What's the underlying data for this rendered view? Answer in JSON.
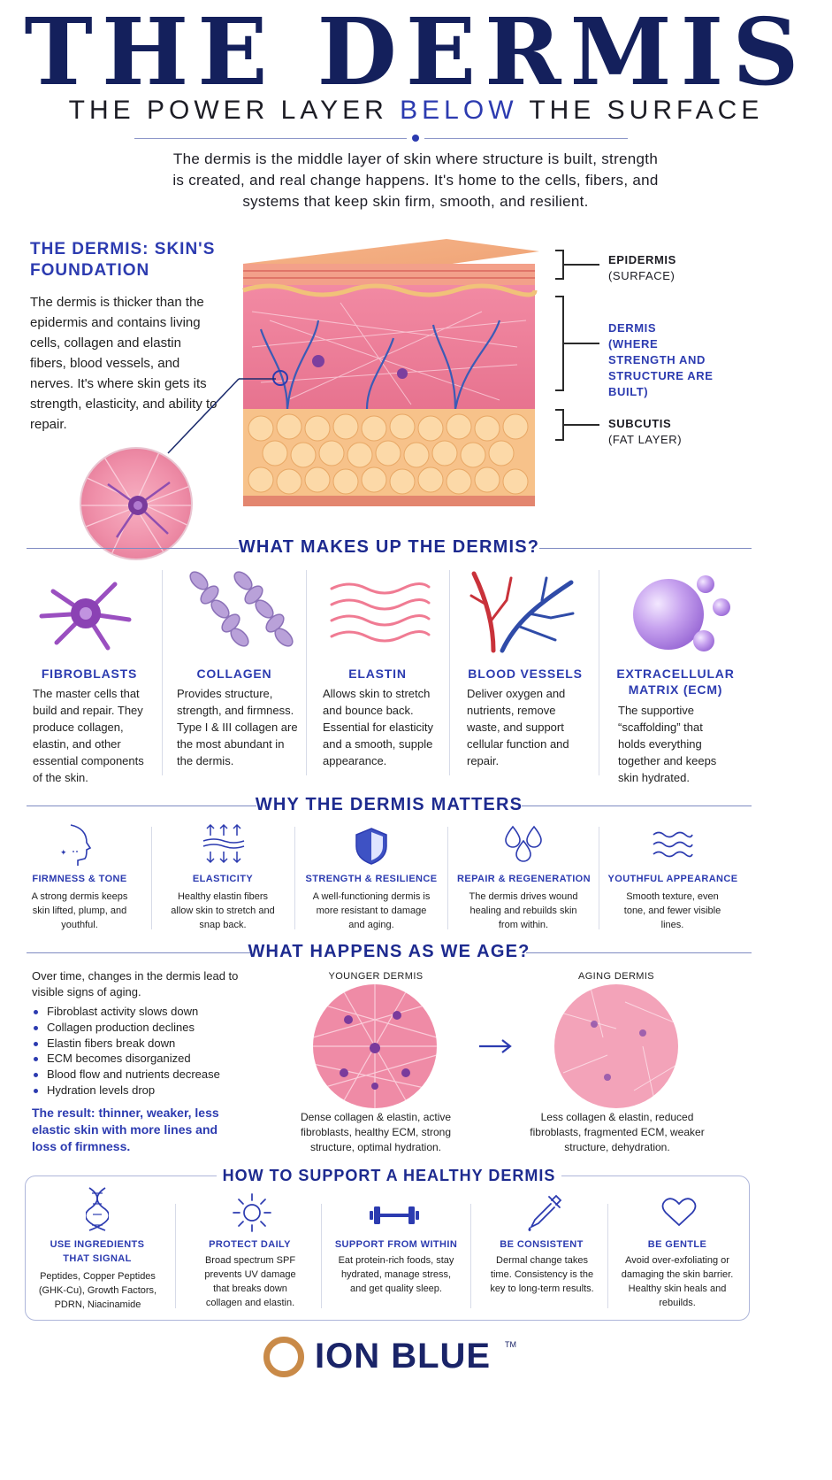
{
  "header": {
    "title": "THE DERMIS",
    "subtitle_pre": "THE POWER LAYER",
    "subtitle_highlight": "BELOW",
    "subtitle_post": "THE SURFACE",
    "intro": "The dermis is the middle layer of skin where structure is built, strength is created, and real change happens. It's home to the cells, fibers, and systems that keep skin firm, smooth, and resilient."
  },
  "foundation": {
    "title": "THE DERMIS: SKIN'S FOUNDATION",
    "text": "The dermis is thicker than the epidermis and contains living cells, collagen and elastin fibers, blood vessels, and nerves. It's where skin gets its strength, elasticity, and ability to repair."
  },
  "layers": [
    {
      "name": "EPIDERMIS",
      "sub": "(SURFACE)"
    },
    {
      "name": "DERMIS",
      "sub": "(WHERE STRENGTH AND STRUCTURE ARE BUILT)"
    },
    {
      "name": "SUBCUTIS",
      "sub": "(FAT LAYER)"
    }
  ],
  "components": {
    "heading": "WHAT MAKES UP THE DERMIS?",
    "items": [
      {
        "name": "FIBROBLASTS",
        "icon": "fibroblast-icon",
        "text": "The master cells that build and repair. They produce collagen, elastin, and other essential components of the skin."
      },
      {
        "name": "COLLAGEN",
        "icon": "collagen-icon",
        "text": "Provides structure, strength, and firmness. Type I & III collagen are the most abundant in the dermis."
      },
      {
        "name": "ELASTIN",
        "icon": "elastin-icon",
        "text": "Allows skin to stretch and bounce back. Essential for elasticity and a smooth, supple appearance."
      },
      {
        "name": "BLOOD VESSELS",
        "icon": "blood-vessels-icon",
        "text": "Deliver oxygen and nutrients, remove waste, and support cellular function and repair."
      },
      {
        "name": "EXTRACELLULAR MATRIX (ECM)",
        "icon": "ecm-bubble-icon",
        "text": "The supportive “scaffolding” that holds everything together and keeps skin hydrated."
      }
    ]
  },
  "matters": {
    "heading": "WHY THE DERMIS MATTERS",
    "items": [
      {
        "title": "FIRMNESS & TONE",
        "icon": "face-profile-icon",
        "text": "A strong dermis keeps skin lifted, plump, and youthful."
      },
      {
        "title": "ELASTICITY",
        "icon": "stretch-arrows-icon",
        "text": "Healthy elastin fibers allow skin to stretch and snap back."
      },
      {
        "title": "STRENGTH & RESILIENCE",
        "icon": "shield-icon",
        "text": "A well-functioning dermis is more resistant to damage and aging."
      },
      {
        "title": "REPAIR & REGENERATION",
        "icon": "droplets-icon",
        "text": "The dermis drives wound healing and rebuilds skin from within."
      },
      {
        "title": "YOUTHFUL APPEARANCE",
        "icon": "waves-icon",
        "text": "Smooth texture, even tone, and fewer visible lines."
      }
    ]
  },
  "aging": {
    "heading": "WHAT HAPPENS AS WE AGE?",
    "intro": "Over time, changes in the dermis lead to visible signs of aging.",
    "list": [
      "Fibroblast activity slows down",
      "Collagen production declines",
      "Elastin fibers break down",
      "ECM becomes disorganized",
      "Blood flow and nutrients decrease",
      "Hydration levels drop"
    ],
    "result": "The result: thinner, weaker, less elastic skin with more lines and loss of firmness.",
    "younger_label": "YOUNGER DERMIS",
    "younger_caption": "Dense collagen & elastin, active fibroblasts, healthy ECM, strong structure, optimal hydration.",
    "aging_label": "AGING DERMIS",
    "aging_caption": "Less collagen & elastin, reduced fibroblasts, fragmented ECM, weaker structure, dehydration."
  },
  "support": {
    "heading": "HOW TO SUPPORT A HEALTHY DERMIS",
    "items": [
      {
        "title": "USE INGREDIENTS THAT SIGNAL",
        "icon": "dna-icon",
        "text": "Peptides, Copper Peptides (GHK-Cu), Growth Factors, PDRN, Niacinamide"
      },
      {
        "title": "PROTECT DAILY",
        "icon": "sun-icon",
        "text": "Broad spectrum SPF prevents UV damage that breaks down collagen and elastin."
      },
      {
        "title": "SUPPORT FROM WITHIN",
        "icon": "dumbbell-icon",
        "text": "Eat protein-rich foods, stay hydrated, manage stress, and get quality sleep."
      },
      {
        "title": "BE CONSISTENT",
        "icon": "dropper-icon",
        "text": "Dermal change takes time. Consistency is the key to long-term results."
      },
      {
        "title": "BE GENTLE",
        "icon": "heart-icon",
        "text": "Avoid over-exfoliating or damaging the skin barrier. Healthy skin heals and rebuilds."
      }
    ]
  },
  "footer": {
    "brand": "ION BLUE",
    "trademark": "TM"
  },
  "colors": {
    "navy": "#14205c",
    "accent": "#2c3bb0",
    "pink": "#ef8fa9",
    "gold": "#c98a48"
  }
}
